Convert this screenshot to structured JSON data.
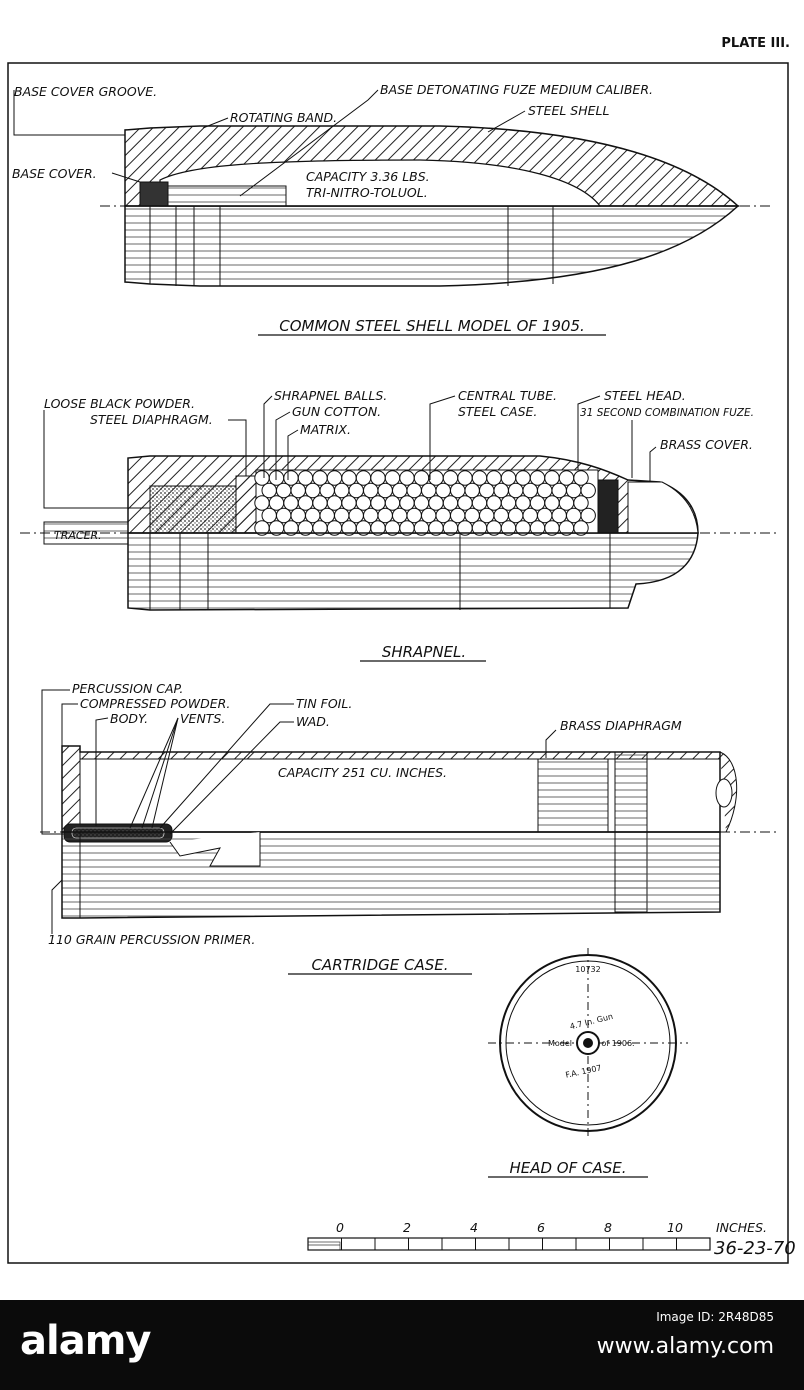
{
  "plate_number": "PLATE III.",
  "shell": {
    "caption": "COMMON STEEL SHELL MODEL OF 1905.",
    "capacity_line1": "CAPACITY 3.36 LBS.",
    "capacity_line2": "TRI-NITRO-TOLUOL.",
    "labels": {
      "base_cover_groove": "BASE COVER GROOVE.",
      "base_detonating_fuze": "BASE DETONATING FUZE MEDIUM CALIBER.",
      "rotating_band": "ROTATING BAND.",
      "steel_shell": "STEEL SHELL",
      "base_cover": "BASE COVER."
    }
  },
  "shrapnel": {
    "caption": "SHRAPNEL.",
    "labels": {
      "loose_black_powder": "LOOSE BLACK POWDER.",
      "steel_diaphragm": "STEEL DIAPHRAGM.",
      "shrapnel_balls": "SHRAPNEL BALLS.",
      "gun_cotton": "GUN COTTON.",
      "matrix": "MATRIX.",
      "central_tube": "CENTRAL TUBE.",
      "steel_case": "STEEL CASE.",
      "steel_head": "STEEL HEAD.",
      "combination_fuze": "31 SECOND COMBINATION FUZE.",
      "brass_cover": "BRASS COVER.",
      "tracer": "TRACER."
    }
  },
  "cartridge": {
    "caption": "CARTRIDGE CASE.",
    "capacity": "CAPACITY 251 CU. INCHES.",
    "labels": {
      "percussion_cap": "PERCUSSION CAP.",
      "compressed_powder": "COMPRESSED POWDER.",
      "body": "BODY.",
      "vents": "VENTS.",
      "tin_foil": "TIN FOIL.",
      "wad": "WAD.",
      "brass_diaphragm": "BRASS DIAPHRAGM",
      "primer": "110 GRAIN PERCUSSION PRIMER."
    }
  },
  "head_of_case": {
    "caption": "HEAD OF CASE.",
    "stamp_top": "10732",
    "stamp_gun": "4.7 In. Gun",
    "stamp_model": "Model",
    "stamp_year": "of 1906.",
    "stamp_bottom": "F.A. 1907"
  },
  "scale": {
    "ticks": [
      "0",
      "2",
      "4",
      "6",
      "8",
      "10"
    ],
    "unit": "INCHES.",
    "drawing_number": "36-23-70"
  },
  "banner": {
    "logo": "alamy",
    "image_id": "Image ID: 2R48D85",
    "url": "www.alamy.com"
  },
  "colors": {
    "ink": "#111111",
    "paper": "#ffffff",
    "banner_bg": "#0b0b0b"
  }
}
